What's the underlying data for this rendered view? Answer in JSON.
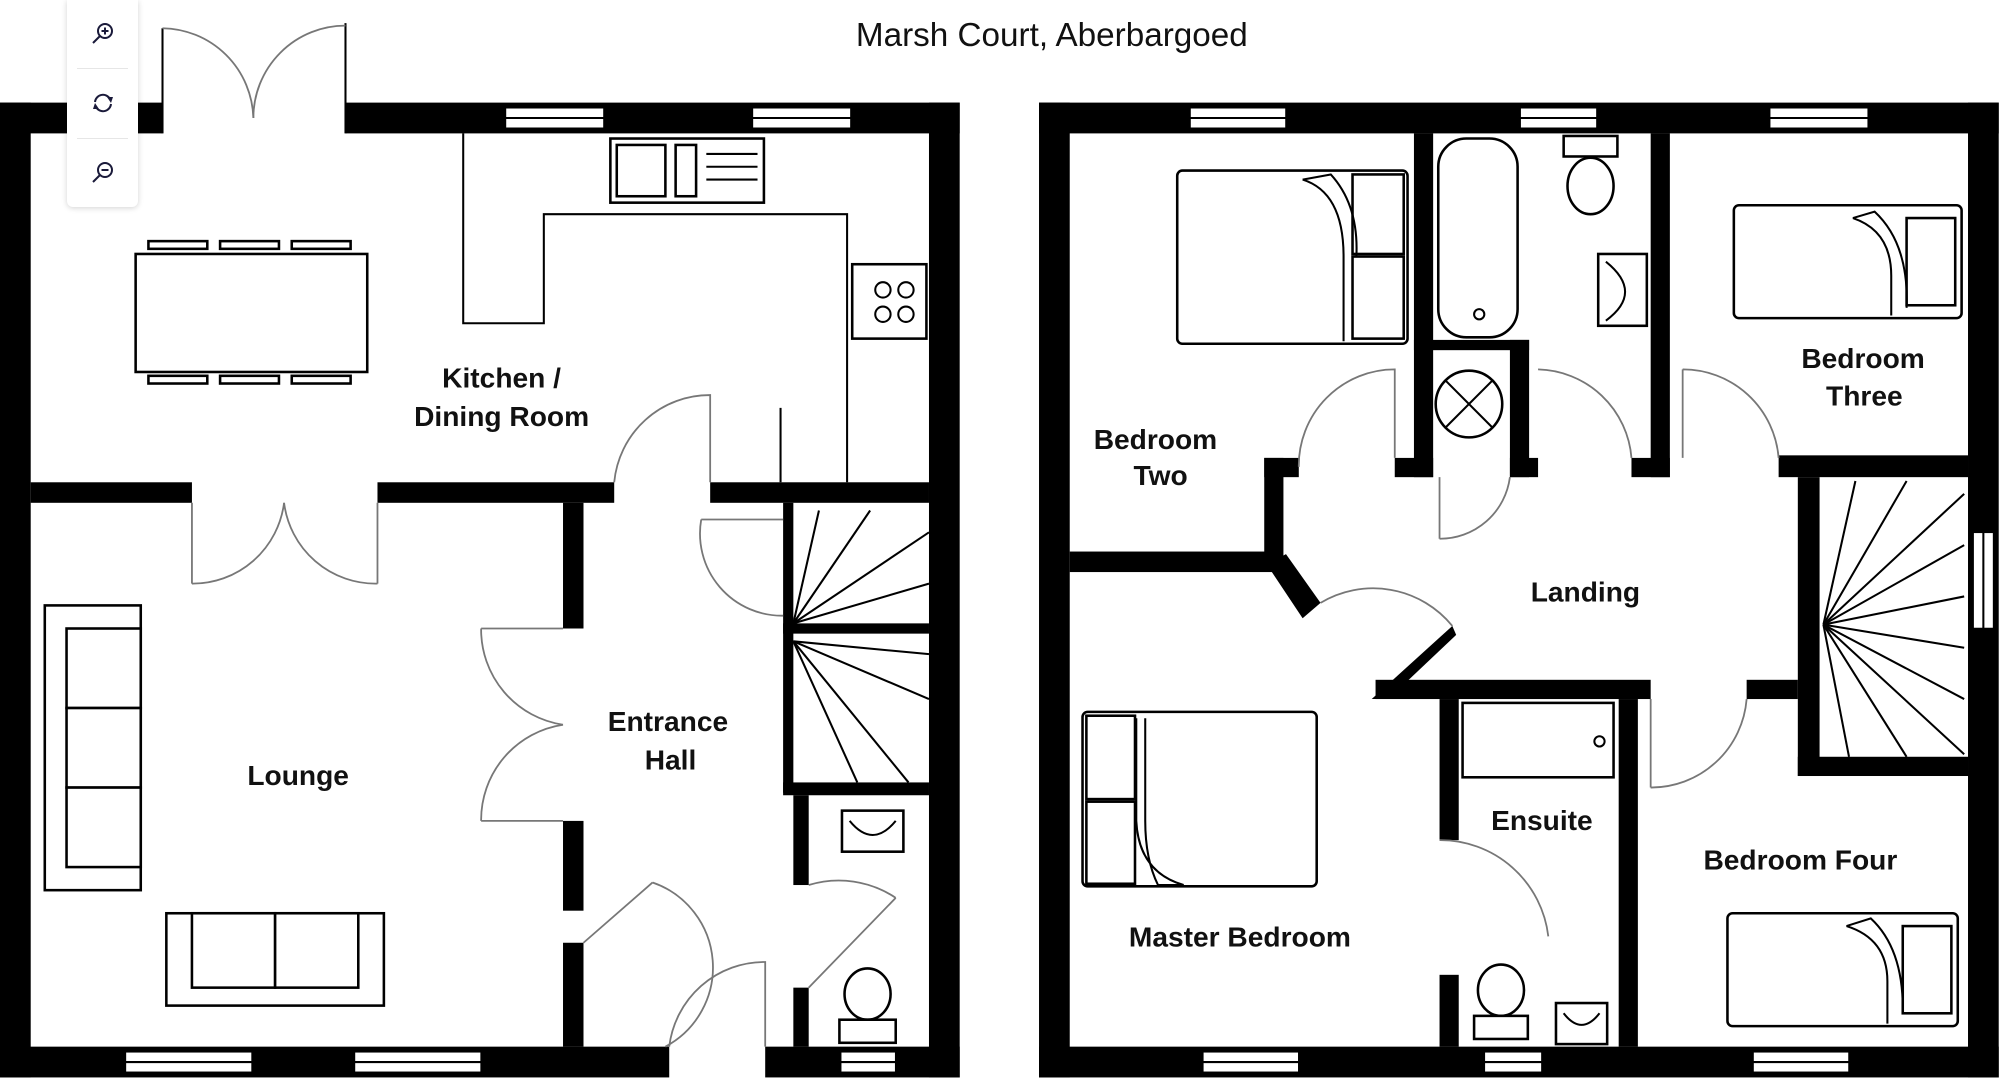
{
  "title": "Marsh Court, Aberbargoed",
  "controls": {
    "zoom_in": "zoom-in-icon",
    "reset": "rotate-reset-icon",
    "zoom_out": "zoom-out-icon"
  },
  "ground_floor": {
    "rooms": {
      "kitchen": [
        "Kitchen /",
        "Dining Room"
      ],
      "lounge": "Lounge",
      "hall": [
        "Entrance",
        "Hall"
      ]
    }
  },
  "first_floor": {
    "rooms": {
      "bedroom_two": [
        "Bedroom",
        "Two"
      ],
      "bedroom_three": [
        "Bedroom",
        "Three"
      ],
      "landing": "Landing",
      "master": "Master Bedroom",
      "ensuite": "Ensuite",
      "bedroom_four": "Bedroom Four"
    }
  },
  "colors": {
    "wall": "#000000",
    "door_arc": "#777777",
    "background": "#ffffff"
  }
}
